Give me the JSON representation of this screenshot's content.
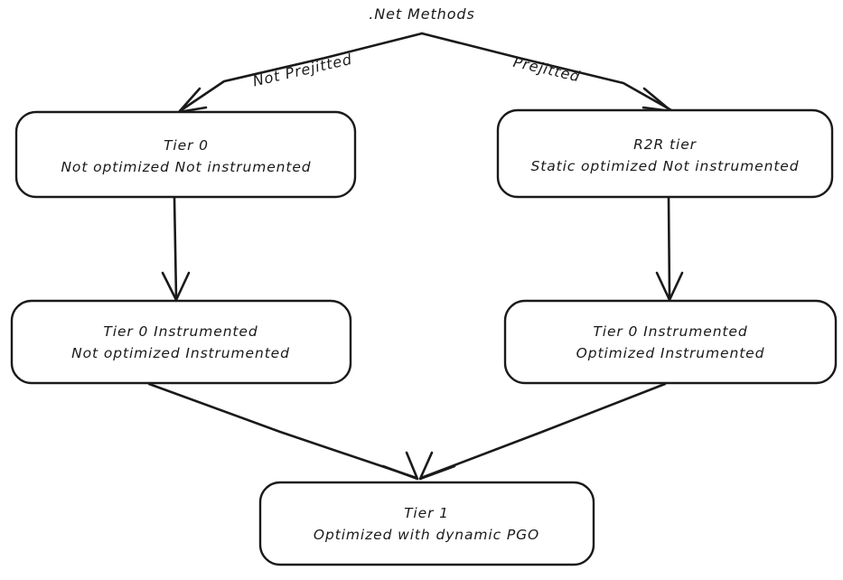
{
  "diagram": {
    "title": ".Net Methods",
    "style": {
      "background": "#ffffff",
      "stroke": "#1a1a1a",
      "text_color": "#1a1a1a"
    },
    "root": {
      "id": "net-methods",
      "label": ".Net Methods"
    },
    "edge_labels": {
      "left_branch": "Not Prejitted",
      "right_branch": "Prejitted"
    },
    "nodes": [
      {
        "id": "tier0",
        "line1": "Tier 0",
        "line2": "Not optimized Not instrumented"
      },
      {
        "id": "r2r-tier",
        "line1": "R2R tier",
        "line2": "Static optimized Not instrumented"
      },
      {
        "id": "tier0-instrumented-left",
        "line1": "Tier 0 Instrumented",
        "line2": "Not optimized Instrumented"
      },
      {
        "id": "tier0-instrumented-right",
        "line1": "Tier 0 Instrumented",
        "line2": "Optimized Instrumented"
      },
      {
        "id": "tier1",
        "line1": "Tier 1",
        "line2": "Optimized with dynamic PGO"
      }
    ],
    "edges": [
      {
        "from": "net-methods",
        "to": "tier0",
        "label": "Not Prejitted"
      },
      {
        "from": "net-methods",
        "to": "r2r-tier",
        "label": "Prejitted"
      },
      {
        "from": "tier0",
        "to": "tier0-instrumented-left",
        "label": ""
      },
      {
        "from": "r2r-tier",
        "to": "tier0-instrumented-right",
        "label": ""
      },
      {
        "from": "tier0-instrumented-left",
        "to": "tier1",
        "label": ""
      },
      {
        "from": "tier0-instrumented-right",
        "to": "tier1",
        "label": ""
      }
    ]
  }
}
